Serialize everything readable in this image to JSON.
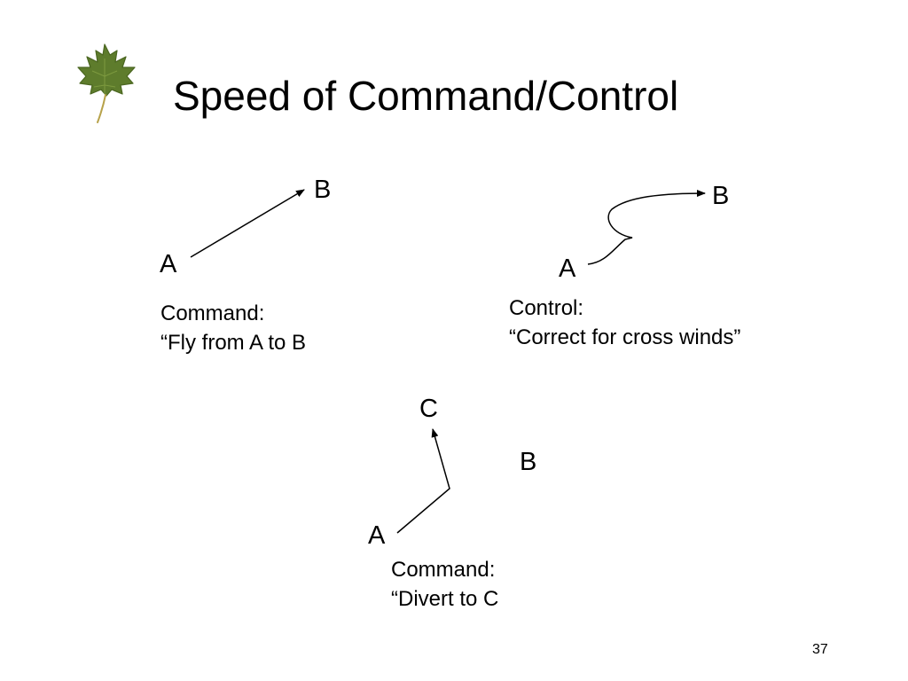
{
  "slide": {
    "title": "Speed of Command/Control",
    "page_number": "37",
    "logo_icon": "maple-leaf-icon",
    "leaf_color": "#5e7c2c"
  },
  "panels": {
    "command_direct": {
      "label_a": "A",
      "label_b": "B",
      "caption_line1": "Command:",
      "caption_line2": "“Fly from A to B"
    },
    "control": {
      "label_a": "A",
      "label_b": "B",
      "caption_line1": "Control:",
      "caption_line2": "“Correct for cross winds”"
    },
    "command_divert": {
      "label_a": "A",
      "label_b": "B",
      "label_c": "C",
      "caption_line1": "Command:",
      "caption_line2": "“Divert to C"
    }
  }
}
